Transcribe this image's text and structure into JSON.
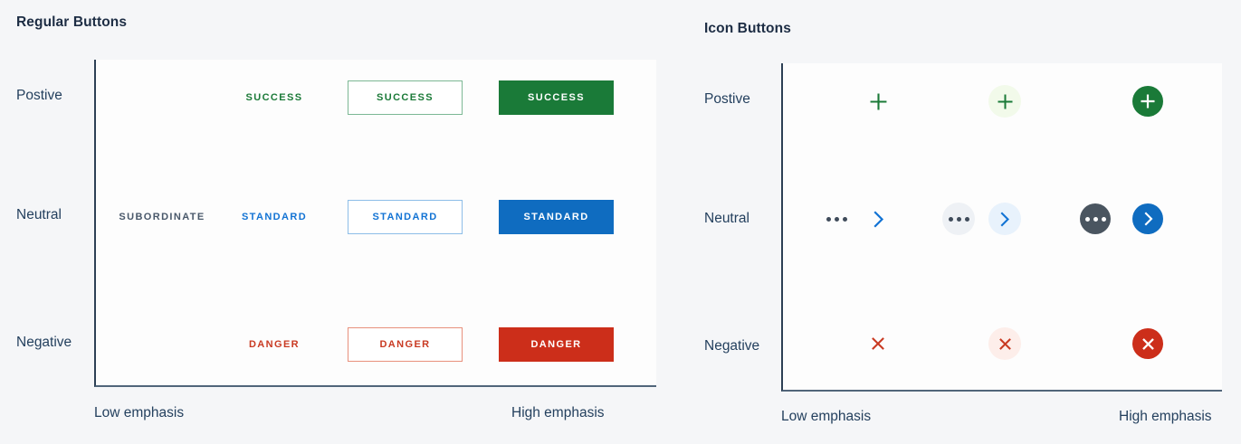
{
  "panels": [
    {
      "title": "Regular Buttons",
      "axis": {
        "low": "Low emphasis",
        "high": "High emphasis"
      },
      "rows": [
        {
          "label": "Postive",
          "tone": "positive",
          "colors": {
            "text": "#1b7a38",
            "outline_border": "#7cb894",
            "solid_bg": "#1a7a38",
            "solid_text": "#ffffff"
          },
          "buttons": [
            {
              "variant": "subordinate",
              "label": "",
              "visible": false
            },
            {
              "variant": "ghost",
              "label": "SUCCESS",
              "visible": true
            },
            {
              "variant": "outline",
              "label": "SUCCESS",
              "visible": true
            },
            {
              "variant": "solid",
              "label": "SUCCESS",
              "visible": true
            }
          ]
        },
        {
          "label": "Neutral",
          "tone": "neutral",
          "colors": {
            "text": "#1273d4",
            "subordinate_text": "#49586a",
            "outline_border": "#8dbde8",
            "solid_bg": "#0f6cc0",
            "solid_text": "#ffffff"
          },
          "buttons": [
            {
              "variant": "subordinate",
              "label": "SUBORDINATE",
              "visible": true
            },
            {
              "variant": "ghost",
              "label": "STANDARD",
              "visible": true
            },
            {
              "variant": "outline",
              "label": "STANDARD",
              "visible": true
            },
            {
              "variant": "solid",
              "label": "STANDARD",
              "visible": true
            }
          ]
        },
        {
          "label": "Negative",
          "tone": "negative",
          "colors": {
            "text": "#c93a22",
            "outline_border": "#e8907c",
            "solid_bg": "#cc2e1a",
            "solid_text": "#ffffff"
          },
          "buttons": [
            {
              "variant": "subordinate",
              "label": "",
              "visible": false
            },
            {
              "variant": "ghost",
              "label": "DANGER",
              "visible": true
            },
            {
              "variant": "outline",
              "label": "DANGER",
              "visible": true
            },
            {
              "variant": "solid",
              "label": "DANGER",
              "visible": true
            }
          ]
        }
      ]
    },
    {
      "title": "Icon Buttons",
      "axis": {
        "low": "Low emphasis",
        "high": "High emphasis"
      },
      "rows": [
        {
          "label": "Postive",
          "tone": "positive",
          "colors": {
            "icon": "#1b7a38",
            "subtle_bg": "#f2faea",
            "filled_bg": "#1a7a38",
            "filled_icon": "#ffffff"
          },
          "groups": [
            {
              "emphasis": "low",
              "icons": [
                "plus-icon"
              ]
            },
            {
              "emphasis": "medium",
              "icons": [
                "plus-icon"
              ]
            },
            {
              "emphasis": "high",
              "icons": [
                "plus-icon"
              ]
            }
          ]
        },
        {
          "label": "Neutral",
          "tone": "neutral",
          "colors": {
            "icon": "#3f4b5a",
            "icon_alt": "#1273d4",
            "subtle_bg": "#eef1f5",
            "subtle_bg_alt": "#e8f2fc",
            "filled_bg": "#4a5560",
            "filled_bg_alt": "#0f6cc0",
            "filled_icon": "#ffffff"
          },
          "groups": [
            {
              "emphasis": "low",
              "icons": [
                "more-horizontal-icon",
                "chevron-right-icon"
              ]
            },
            {
              "emphasis": "medium",
              "icons": [
                "more-horizontal-icon",
                "chevron-right-icon"
              ]
            },
            {
              "emphasis": "high",
              "icons": [
                "more-horizontal-icon",
                "chevron-right-icon"
              ]
            }
          ]
        },
        {
          "label": "Negative",
          "tone": "negative",
          "colors": {
            "icon": "#c93a22",
            "subtle_bg": "#fdeeea",
            "filled_bg": "#cc2e1a",
            "filled_icon": "#ffffff"
          },
          "groups": [
            {
              "emphasis": "low",
              "icons": [
                "close-icon"
              ]
            },
            {
              "emphasis": "medium",
              "icons": [
                "close-icon"
              ]
            },
            {
              "emphasis": "high",
              "icons": [
                "close-icon"
              ]
            }
          ]
        }
      ]
    }
  ]
}
